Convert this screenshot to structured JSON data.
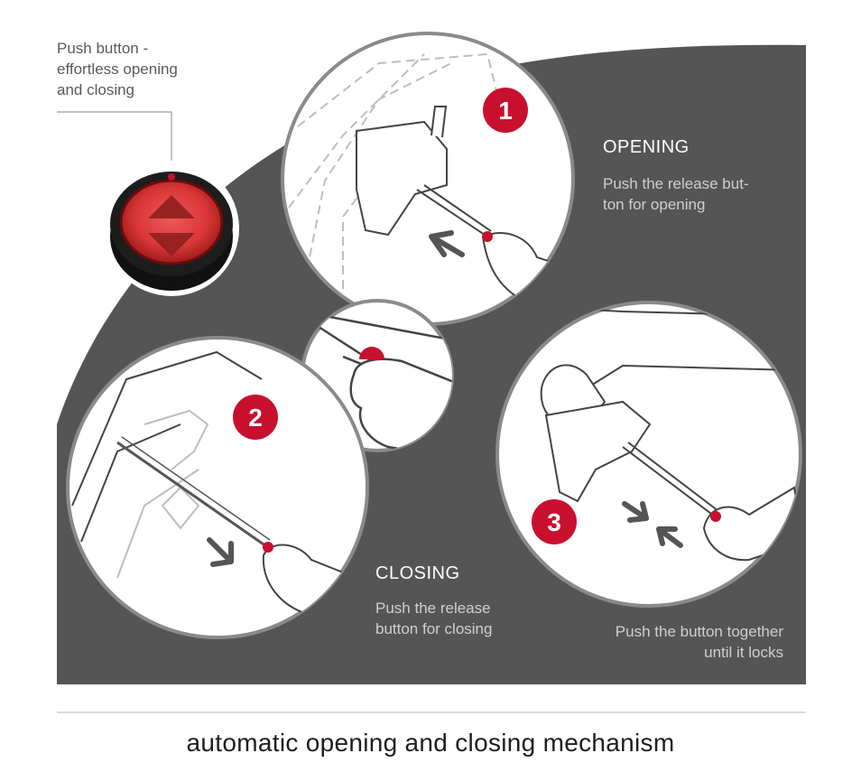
{
  "callout": {
    "line1": "Push button -",
    "line2": "effortless opening",
    "line3": "and closing"
  },
  "steps": [
    {
      "number": "1",
      "heading": "OPENING",
      "desc_line1": "Push the release but-",
      "desc_line2": "ton for opening"
    },
    {
      "number": "2",
      "heading": "CLOSING",
      "desc_line1": "Push the release",
      "desc_line2": "button for closing"
    },
    {
      "number": "3",
      "desc_line1": "Push the button together",
      "desc_line2": "until it locks"
    }
  ],
  "footer": "automatic opening and closing mechanism",
  "icons": [
    "push-button-icon",
    "arrow-up-icon",
    "arrow-down-icon",
    "direction-arrow-icon",
    "hand-icon",
    "umbrella-icon"
  ],
  "colors": {
    "panel": "#555556",
    "accent_red": "#c8102e",
    "circle_stroke": "#8a8a8a",
    "line_art": "#444444"
  }
}
